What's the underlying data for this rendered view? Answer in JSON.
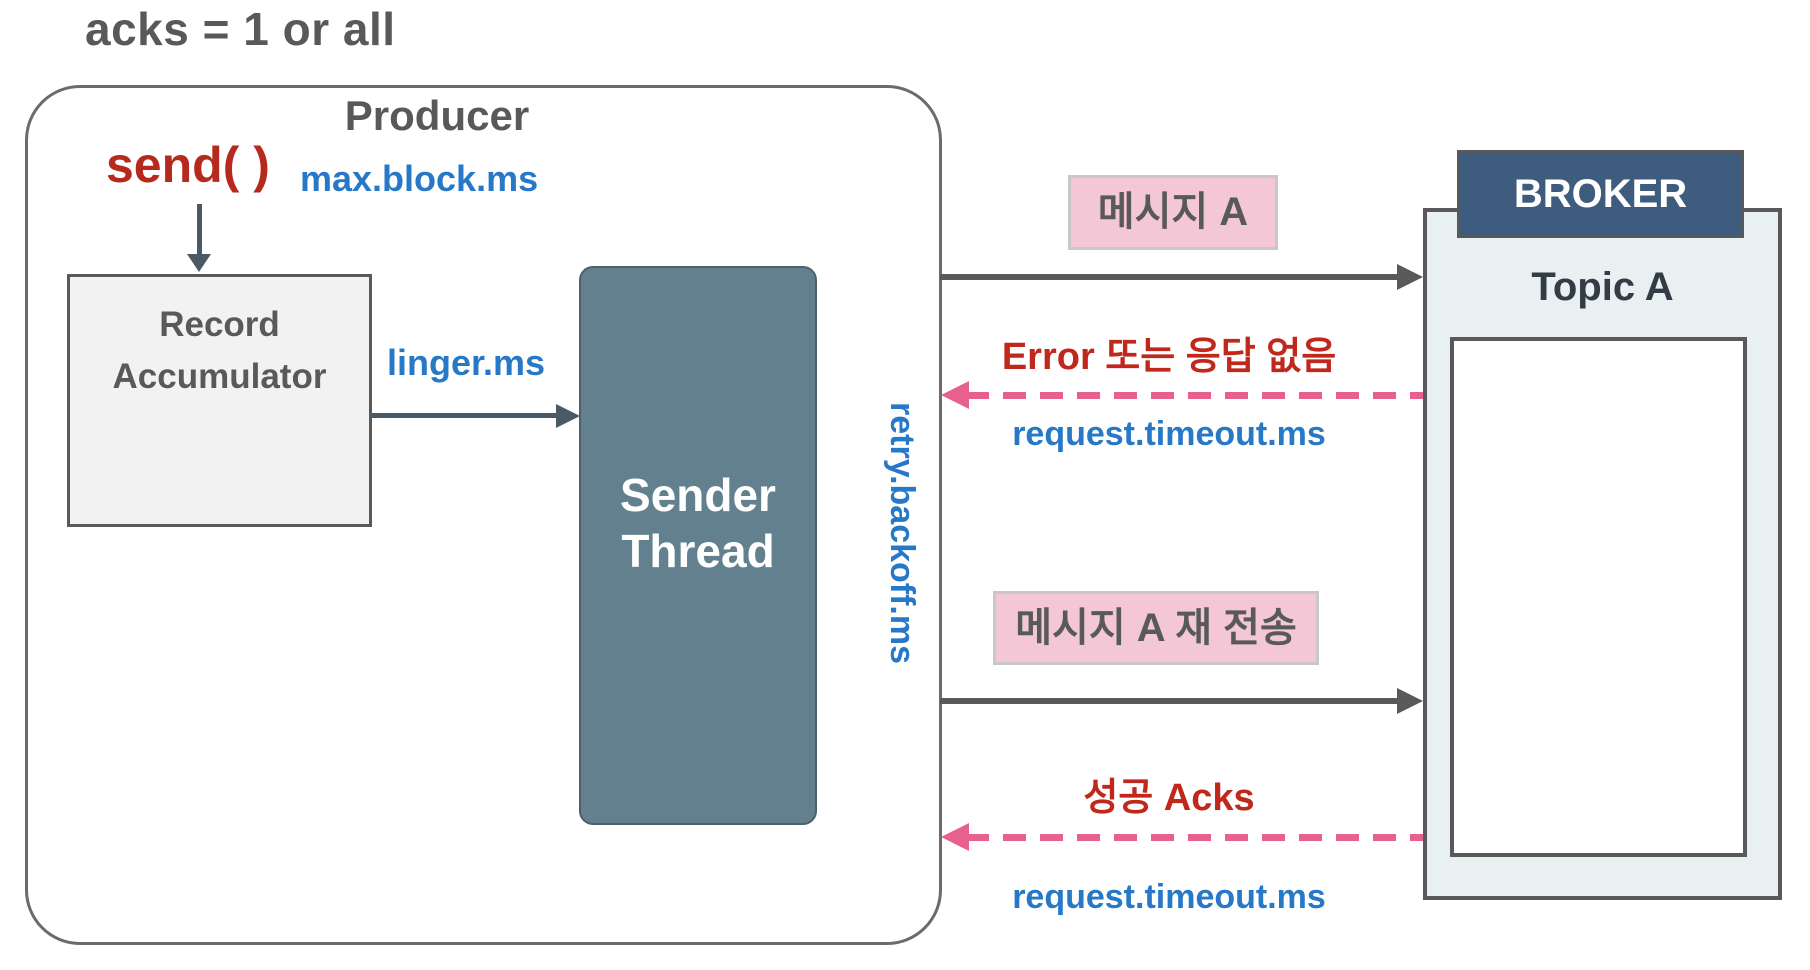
{
  "title": "acks = 1 or all",
  "producer": {
    "label": "Producer",
    "send_label": "send( )",
    "max_block_label": "max.block.ms",
    "record_accumulator": {
      "line1": "Record",
      "line2": "Accumulator"
    },
    "linger_label": "linger.ms",
    "sender_thread": {
      "line1": "Sender",
      "line2": "Thread"
    },
    "retry_backoff_label": "retry.backoff.ms"
  },
  "broker": {
    "header": "BROKER",
    "topic_label": "Topic A"
  },
  "flow": {
    "message_a": "메시지 A",
    "error_no_response": "Error 또는 응답 없음",
    "request_timeout_1": "request.timeout.ms",
    "message_a_resend": "메시지 A 재 전송",
    "success_acks": "성공 Acks",
    "request_timeout_2": "request.timeout.ms"
  },
  "colors": {
    "text_gray": "#595959",
    "red_text": "#c0281c",
    "send_red": "#b52a1d",
    "config_blue": "#2779c7",
    "sender_box": "#63808e",
    "broker_header_bg": "#3e5c7e",
    "broker_bg": "#e9f0f2",
    "record_bg": "#f2f2f2",
    "pink_label_bg": "#f3c7d6",
    "dashed_arrow_pink": "#e8618c",
    "arrow_gray": "#595959",
    "internal_arrow_slate": "#4a5a64"
  }
}
